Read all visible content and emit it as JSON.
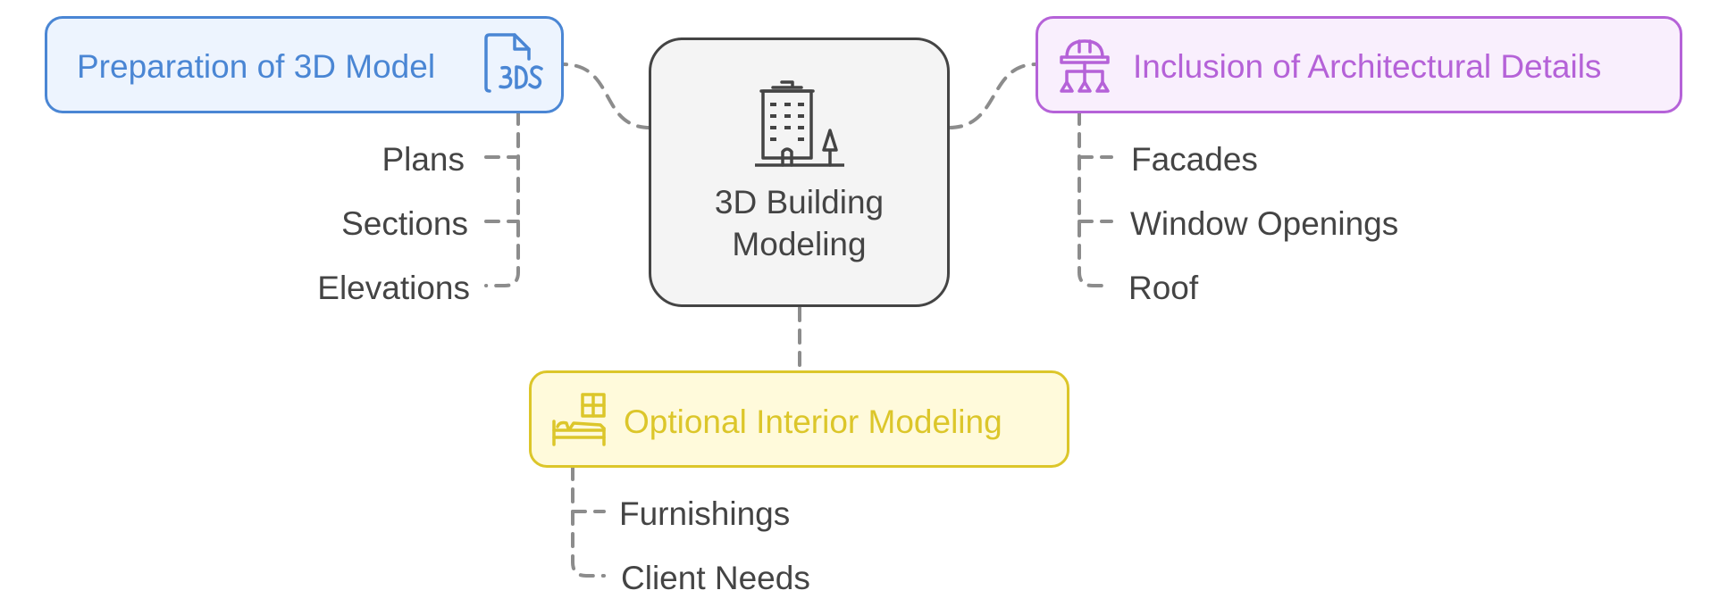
{
  "center": {
    "label_line1": "3D Building",
    "label_line2": "Modeling",
    "icon": "building-icon"
  },
  "branches": [
    {
      "id": "preparation",
      "label": "Preparation of 3D Model",
      "icon": "3ds-file-icon",
      "color": "#4a86d4",
      "fill": "#edf4fe",
      "items": [
        "Plans",
        "Sections",
        "Elevations"
      ]
    },
    {
      "id": "architectural",
      "label": "Inclusion of Architectural Details",
      "icon": "hard-hat-network-icon",
      "color": "#b562d8",
      "fill": "#f9effd",
      "items": [
        "Facades",
        "Window Openings",
        "Roof"
      ]
    },
    {
      "id": "interior",
      "label": "Optional Interior Modeling",
      "icon": "bed-furniture-icon",
      "color": "#dcc62a",
      "fill": "#fffadb",
      "items": [
        "Furnishings",
        "Client Needs"
      ]
    }
  ],
  "colors": {
    "connector": "#8c8c8c",
    "center_border": "#444444",
    "center_fill": "#f4f4f4",
    "text": "#444444"
  }
}
